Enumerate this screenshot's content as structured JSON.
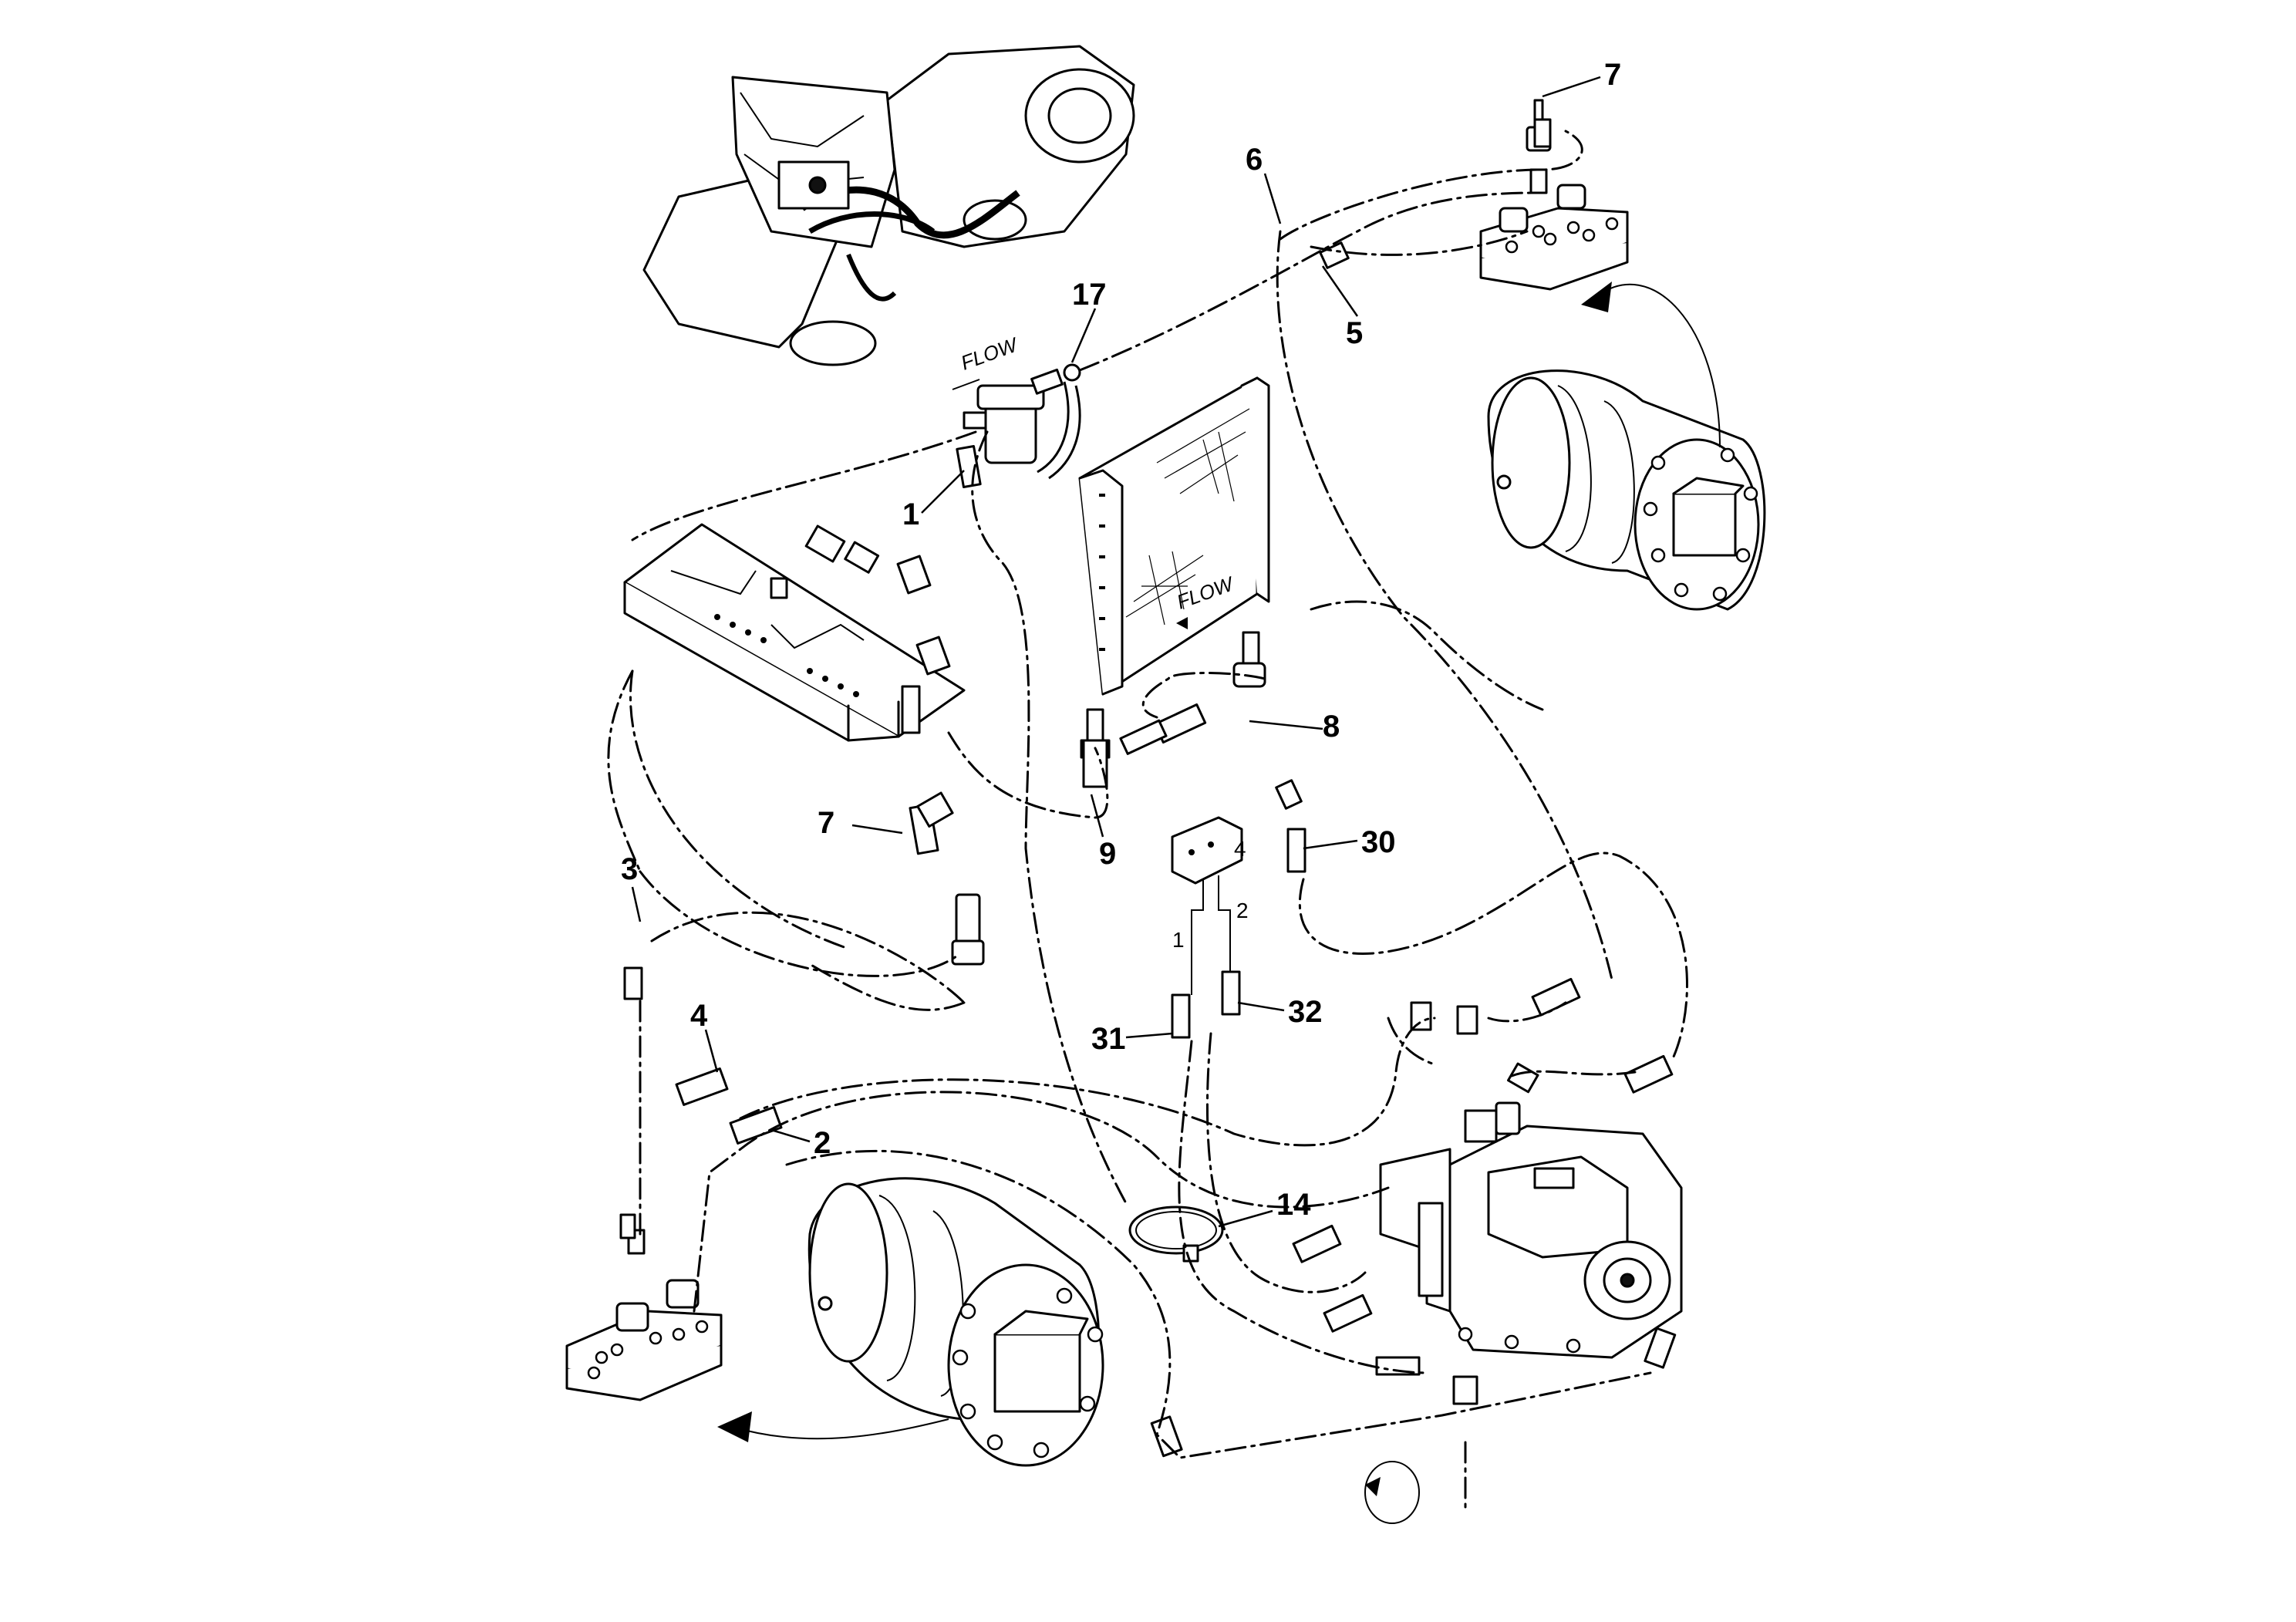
{
  "callouts": {
    "c1": "1",
    "c2": "2",
    "c3": "3",
    "c4": "4",
    "c5": "5",
    "c6": "6",
    "c7_top": "7",
    "c7_left": "7",
    "c8": "8",
    "c9": "9",
    "c14": "14",
    "c17": "17",
    "c30": "30",
    "c31": "31",
    "c32": "32"
  },
  "flow_labels": {
    "filter": "FLOW",
    "cooler": "FLOW"
  },
  "valve_ports": {
    "p1": "1",
    "p2": "2",
    "p4": "4"
  }
}
